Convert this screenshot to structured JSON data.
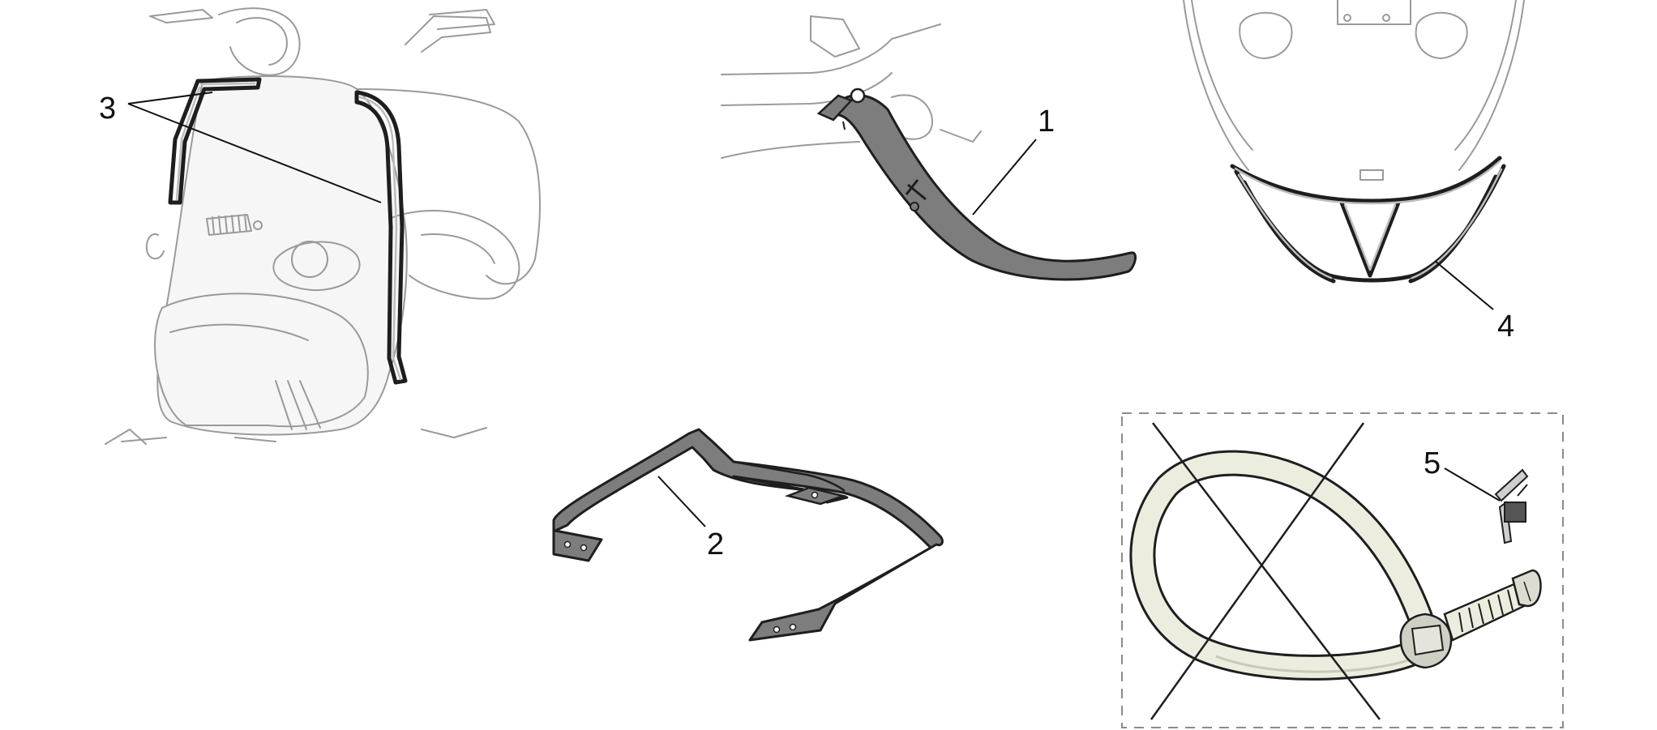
{
  "callouts": {
    "part_1": "1",
    "part_2": "2",
    "part_3": "3",
    "part_4": "4",
    "part_5": "5"
  },
  "colors": {
    "part_fill": "#7d7d7d",
    "part_stroke": "#1e1e1e",
    "ghost_line": "#9a9a9a",
    "frame_dash": "#8c8c8c",
    "cable_fill": "#ededdf"
  },
  "panels": {
    "excluded_item_marker": "cross-out"
  }
}
